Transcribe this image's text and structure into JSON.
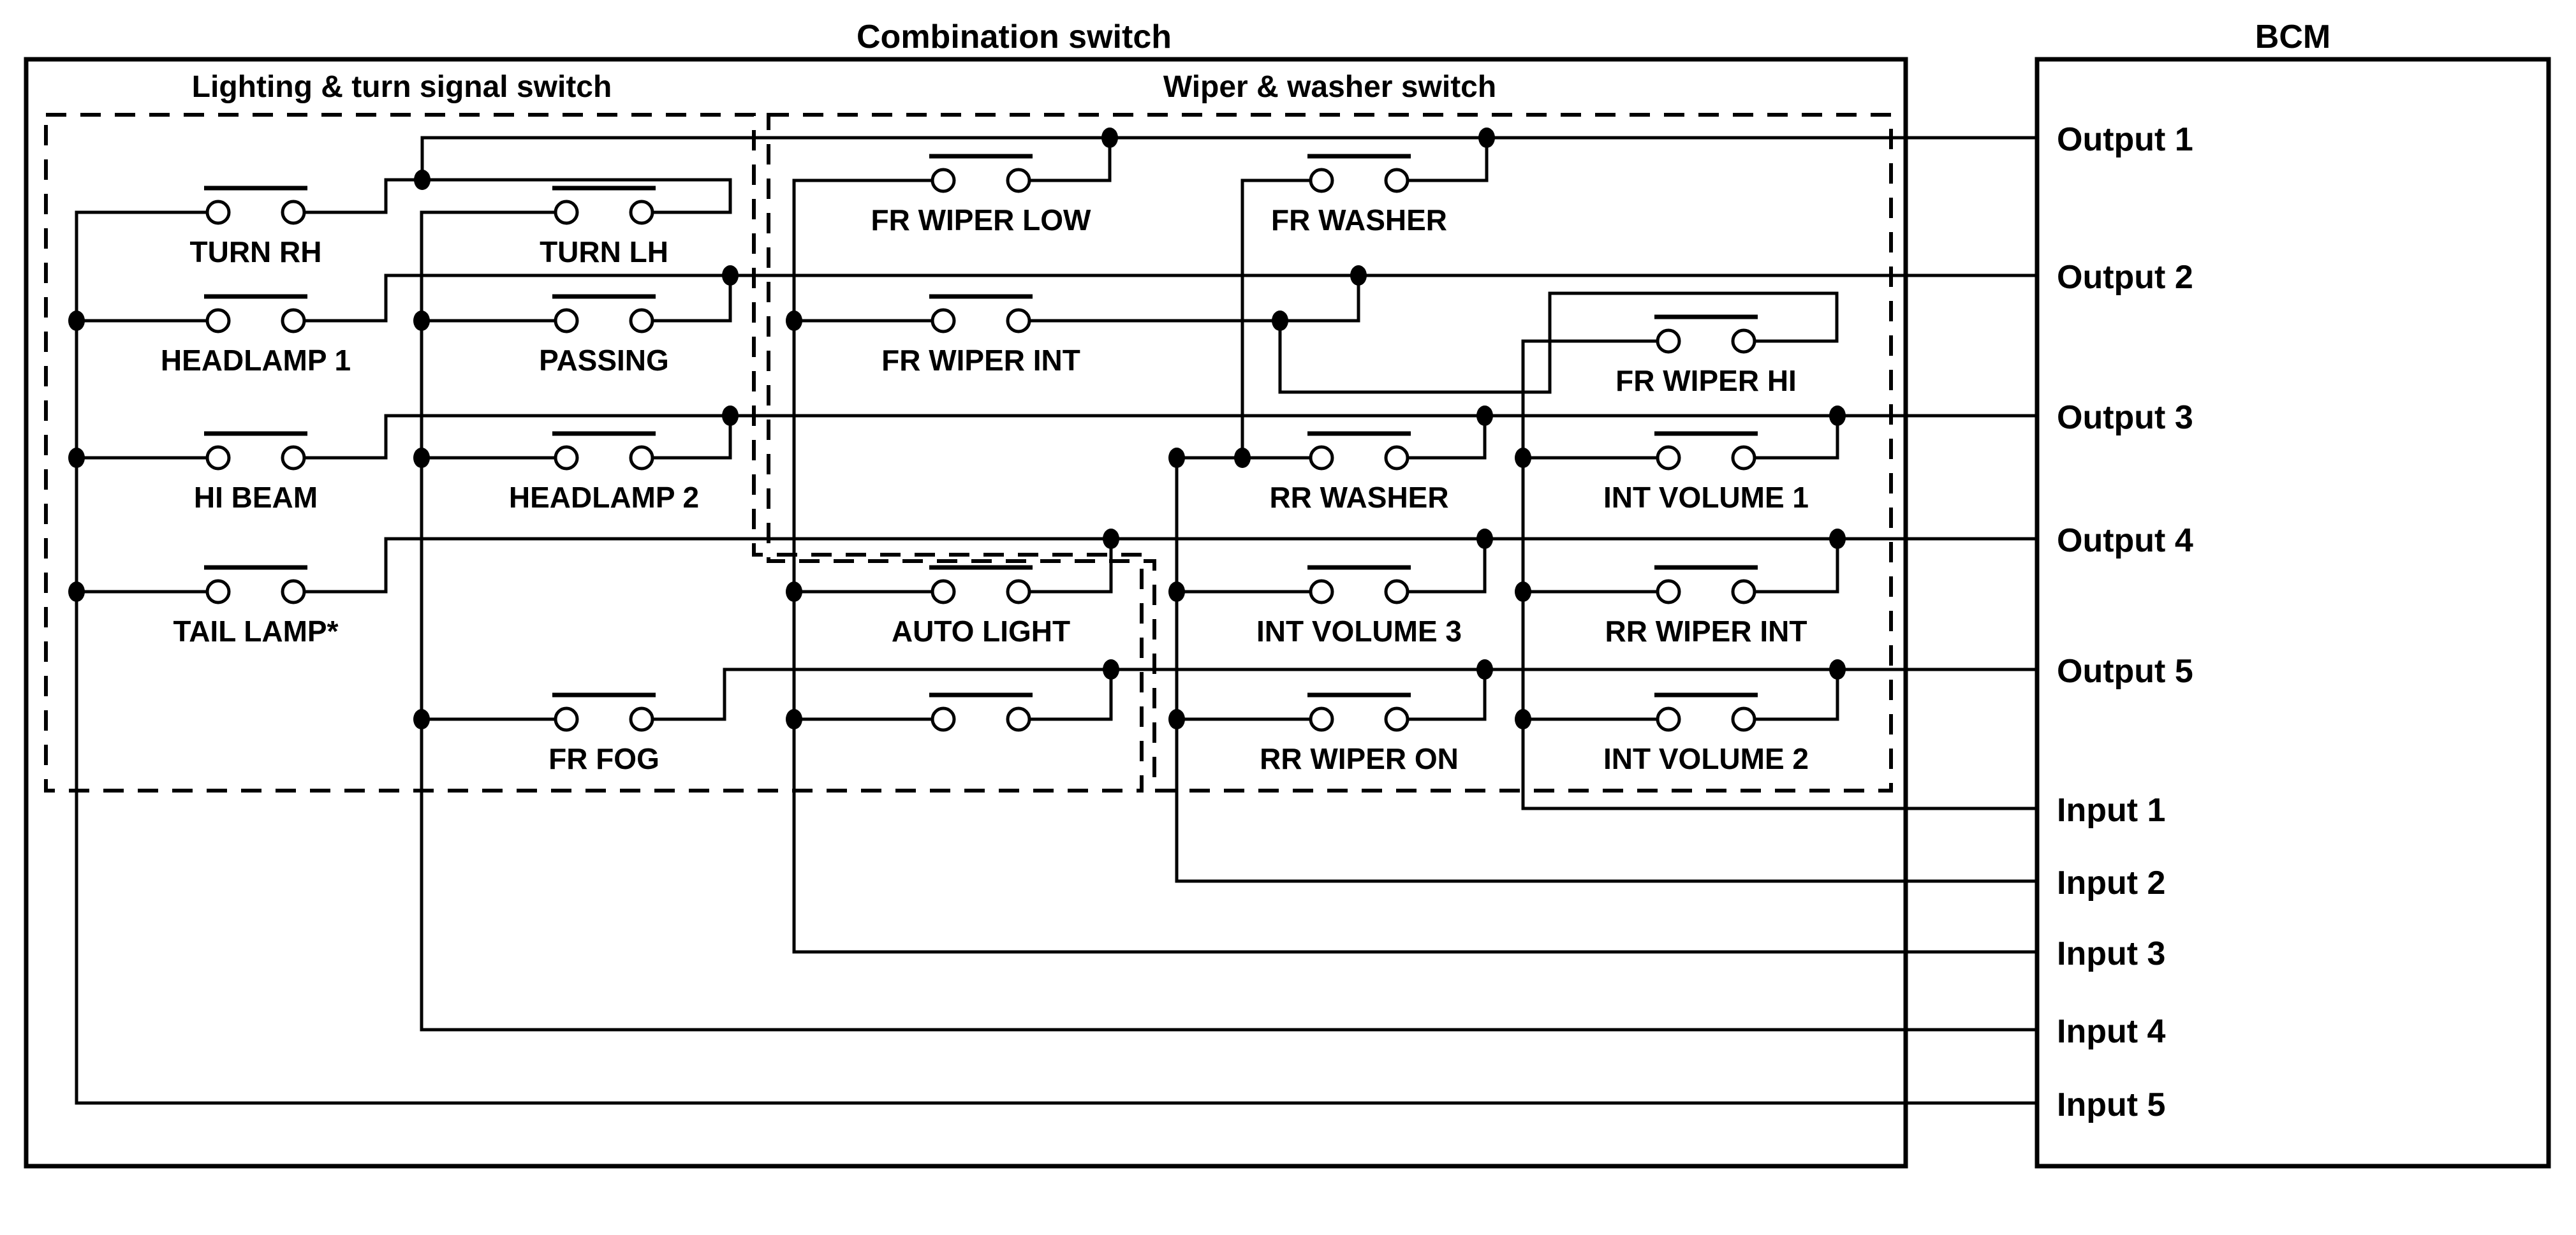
{
  "titles": {
    "combination": "Combination switch",
    "bcm": "BCM",
    "lighting_group": "Lighting & turn signal switch",
    "wiper_group": "Wiper & washer switch"
  },
  "bcm": {
    "outputs": [
      "Output 1",
      "Output 2",
      "Output 3",
      "Output 4",
      "Output 5"
    ],
    "inputs": [
      "Input 1",
      "Input 2",
      "Input 3",
      "Input 4",
      "Input 5"
    ]
  },
  "switches": {
    "turn_rh": "TURN RH",
    "turn_lh": "TURN LH",
    "headlamp_1": "HEADLAMP 1",
    "passing": "PASSING",
    "hi_beam": "HI BEAM",
    "headlamp_2": "HEADLAMP 2",
    "tail_lamp": "TAIL LAMP*",
    "fr_fog": "FR FOG",
    "fr_wiper_low": "FR WIPER LOW",
    "fr_washer": "FR WASHER",
    "fr_wiper_int": "FR WIPER INT",
    "fr_wiper_hi": "FR WIPER HI",
    "rr_washer": "RR WASHER",
    "int_volume_1": "INT VOLUME 1",
    "auto_light": "AUTO LIGHT",
    "int_volume_3": "INT VOLUME 3",
    "rr_wiper_int": "RR WIPER INT",
    "rr_wiper_on": "RR WIPER ON",
    "int_volume_2": "INT VOLUME 2"
  },
  "colors": {
    "ink": "#000000",
    "background": "#ffffff"
  }
}
